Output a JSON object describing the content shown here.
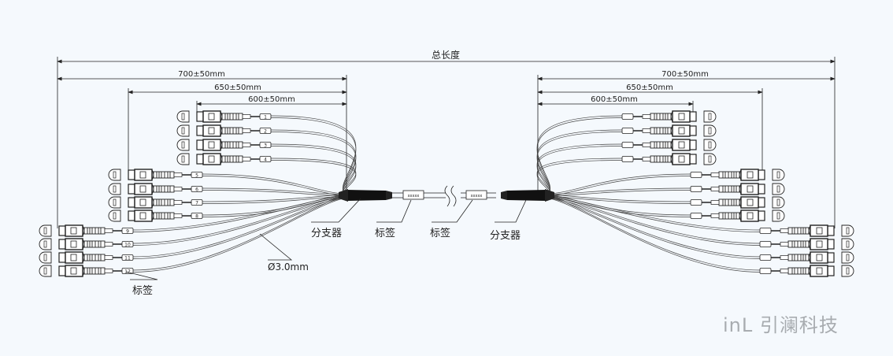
{
  "dimensions": {
    "total": "总长度",
    "left": [
      "700±50mm",
      "650±50mm",
      "600±50mm"
    ],
    "right": [
      "700±50mm",
      "650±50mm",
      "600±50mm"
    ]
  },
  "callouts": {
    "left_breakout": "分支器",
    "left_label": "标签",
    "right_label": "标签",
    "right_breakout": "分支器",
    "fiber_diameter": "Ø3.0mm",
    "leg_label": "标签"
  },
  "cable_tag_text": "xxxxx",
  "leg_tags": [
    "1",
    "2",
    "3",
    "4",
    "5",
    "6",
    "7",
    "8",
    "9",
    "10",
    "11",
    "12"
  ],
  "logo": {
    "prefix": "inL",
    "name": "引澜科技"
  },
  "colors": {
    "line": "#222222",
    "background": "#f5f9fd",
    "logo": "#a8acb0"
  }
}
